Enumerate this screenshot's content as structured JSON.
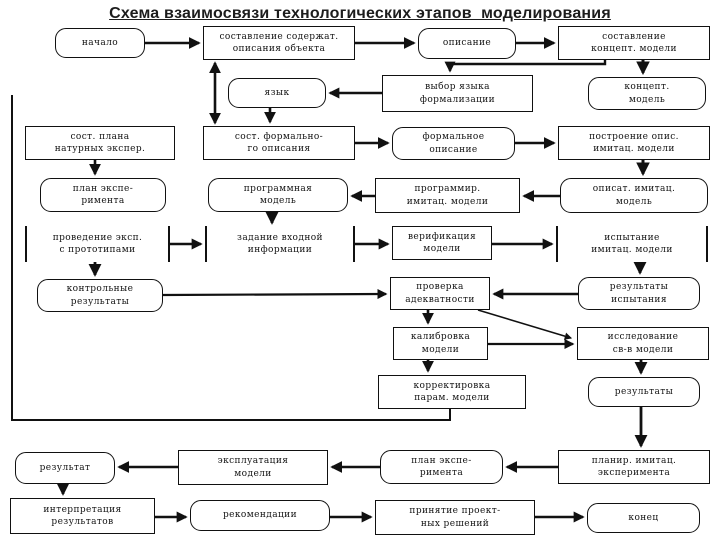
{
  "title": "Схема взаимосвязи технологических этапов  моделирования",
  "nodes": {
    "nachalo": {
      "label": "начало"
    },
    "sost_soderzh": {
      "label": "составление содержат.\nописания объекта"
    },
    "opisanie": {
      "label": "описание"
    },
    "sost_kontsept": {
      "label": "составление\nконцепт. модели"
    },
    "yazyk": {
      "label": "язык"
    },
    "vybor_yazyka": {
      "label": "выбор языка\nформализации"
    },
    "kontsept_model": {
      "label": "концепт.\nмодель"
    },
    "sost_plana": {
      "label": "сост. плана\nнатурных экспер."
    },
    "sost_formalnogo": {
      "label": "сост. формально-\nго описания"
    },
    "formalnoe": {
      "label": "формальное\nописание"
    },
    "postroenie": {
      "label": "построение опис.\nимитац. модели"
    },
    "plan_exp1": {
      "label": "план экспе-\nримента"
    },
    "programmnaya": {
      "label": "программная\nмодель"
    },
    "programmir": {
      "label": "программир.\nимитац. модели"
    },
    "opisat": {
      "label": "описат. имитац.\nмодель"
    },
    "provedenie": {
      "label": "проведение эксп.\nс прототипами"
    },
    "zadanie": {
      "label": "задание входной\nинформации"
    },
    "verifikatsiya": {
      "label": "верификация\nмодели"
    },
    "ispytanie": {
      "label": "испытание\nимитац. модели"
    },
    "kontrolnye": {
      "label": "контрольные\nрезультаты"
    },
    "proverka": {
      "label": "проверка\nадекватности"
    },
    "rezultaty_isp": {
      "label": "результаты\nиспытания"
    },
    "kalibrovka": {
      "label": "калибровка\nмодели"
    },
    "issledovanie": {
      "label": "исследование\nсв-в модели"
    },
    "korrektirovka": {
      "label": "корректировка\nпарам. модели"
    },
    "rezultaty": {
      "label": "результаты"
    },
    "rezultat": {
      "label": "результат"
    },
    "ekspluatatsiya": {
      "label": "эксплуатация\nмодели"
    },
    "plan_exp2": {
      "label": "план экспе-\nримента"
    },
    "planir": {
      "label": "планир. имитац.\nэксперимента"
    },
    "interpretatsiya": {
      "label": "интерпретация\nрезультатов"
    },
    "rekomendatsii": {
      "label": "рекомендации"
    },
    "prinyatie": {
      "label": "принятие проект-\nных решений"
    },
    "konets": {
      "label": "конец"
    }
  },
  "colors": {
    "ink": "#111111",
    "background": "#ffffff"
  }
}
